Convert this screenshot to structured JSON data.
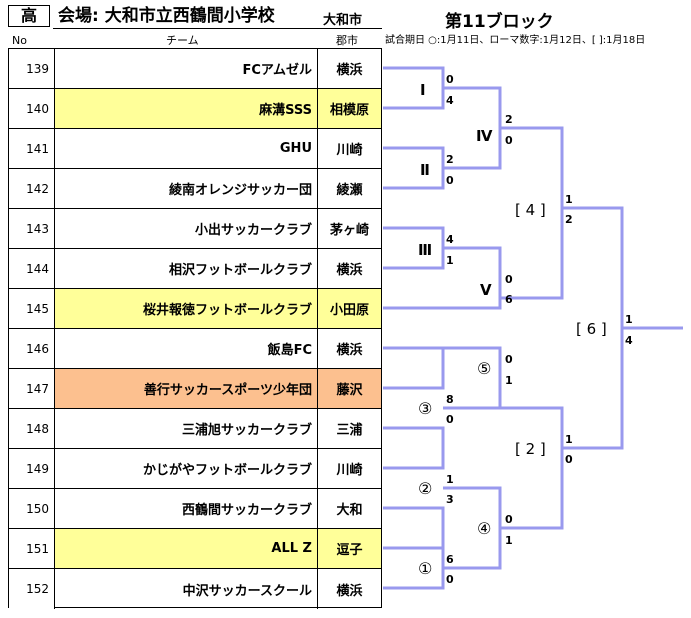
{
  "header": {
    "grade": "高",
    "venue": "会場: 大和市立西鶴間小学校",
    "city": "大和市",
    "block": "第11ブロック",
    "note": "試合期日 ○:1月11日、ローマ数字:1月12日、[ ]:1月18日",
    "col_no": "No",
    "col_team": "チーム",
    "col_city": "郡市"
  },
  "teams": [
    {
      "no": "139",
      "name": "FCアムゼル",
      "city": "横浜",
      "highlight": "none"
    },
    {
      "no": "140",
      "name": "麻溝SSS",
      "city": "相模原",
      "highlight": "yellow"
    },
    {
      "no": "141",
      "name": "GHU",
      "city": "川崎",
      "highlight": "none"
    },
    {
      "no": "142",
      "name": "綾南オレンジサッカー団",
      "city": "綾瀬",
      "highlight": "none"
    },
    {
      "no": "143",
      "name": "小出サッカークラブ",
      "city": "茅ヶ崎",
      "highlight": "none"
    },
    {
      "no": "144",
      "name": "相沢フットボールクラブ",
      "city": "横浜",
      "highlight": "none"
    },
    {
      "no": "145",
      "name": "桜井報徳フットボールクラブ",
      "city": "小田原",
      "highlight": "yellow"
    },
    {
      "no": "146",
      "name": "飯島FC",
      "city": "横浜",
      "highlight": "none"
    },
    {
      "no": "147",
      "name": "善行サッカースポーツ少年団",
      "city": "藤沢",
      "highlight": "orange"
    },
    {
      "no": "148",
      "name": "三浦旭サッカークラブ",
      "city": "三浦",
      "highlight": "none"
    },
    {
      "no": "149",
      "name": "かじがやフットボールクラブ",
      "city": "川崎",
      "highlight": "none"
    },
    {
      "no": "150",
      "name": "西鶴間サッカークラブ",
      "city": "大和",
      "highlight": "none"
    },
    {
      "no": "151",
      "name": "ALL  Z",
      "city": "逗子",
      "highlight": "yellow"
    },
    {
      "no": "152",
      "name": "中沢サッカースクール",
      "city": "横浜",
      "highlight": "none"
    }
  ],
  "bracket": {
    "line_color": "#9999ee",
    "matches": [
      {
        "label": "Ⅰ",
        "top": "0",
        "bottom": "4"
      },
      {
        "label": "Ⅱ",
        "top": "2",
        "bottom": "0"
      },
      {
        "label": "Ⅲ",
        "top": "4",
        "bottom": "1"
      },
      {
        "label": "Ⅳ",
        "top": "2",
        "bottom": "0"
      },
      {
        "label": "Ⅴ",
        "top": "0",
        "bottom": "6"
      },
      {
        "label": "[ 4 ]",
        "top": "1",
        "bottom": "2"
      },
      {
        "label": "③",
        "top": "8",
        "bottom": "0"
      },
      {
        "label": "⑤",
        "top": "0",
        "bottom": "1"
      },
      {
        "label": "②",
        "top": "1",
        "bottom": "3"
      },
      {
        "label": "①",
        "top": "6",
        "bottom": "0"
      },
      {
        "label": "④",
        "top": "0",
        "bottom": "1"
      },
      {
        "label": "[ 2 ]",
        "top": "1",
        "bottom": "0"
      },
      {
        "label": "[ 6 ]",
        "top": "1",
        "bottom": "4"
      }
    ]
  }
}
